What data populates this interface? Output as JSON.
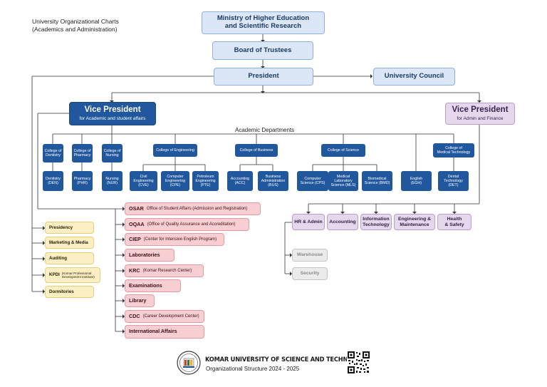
{
  "header": {
    "title_line1": "University Organizational Charts",
    "title_line2": "(Academics and Administration)"
  },
  "top": {
    "ministry_line1": "Ministry of Higher Education",
    "ministry_line2": "and Scientific Research",
    "board": "Board of Trustees",
    "president": "President",
    "council": "University Council"
  },
  "vp_academic": {
    "title": "Vice President",
    "subtitle": "for Academic and student affairs"
  },
  "vp_admin": {
    "title": "Vice President",
    "subtitle": "for Admin and Finance"
  },
  "academic_departments_label": "Academic Departments",
  "colleges": {
    "dentistry": [
      "College of",
      "Dentistry"
    ],
    "pharmacy": [
      "College of",
      "Pharmacy"
    ],
    "nursing": [
      "College of",
      "Nursing"
    ],
    "engineering": "College of Engineering",
    "business": "College of Business",
    "science": "College of Science",
    "medtech": [
      "College of",
      "Medical Technology"
    ]
  },
  "departments": {
    "den": [
      "Dentistry",
      "(DEN)"
    ],
    "phr": [
      "Pharmacy",
      "(PHR)"
    ],
    "nur": [
      "Nursing",
      "(NUR)"
    ],
    "cve": [
      "Civil",
      "Engineering",
      "(CVE)"
    ],
    "cpe": [
      "Computer",
      "Engineering",
      "(CPE)"
    ],
    "pte": [
      "Petroleum",
      "Engineering",
      "(PTE)"
    ],
    "acc": [
      "Accounting",
      "(ACC)"
    ],
    "bus": [
      "Business",
      "Administration",
      "(BUS)"
    ],
    "cps": [
      "Computer",
      "Science (CPS)"
    ],
    "mls": [
      "Medical",
      "Laboratory",
      "Science (MLS)"
    ],
    "bmd": [
      "Biomedical",
      "Science (BMD)"
    ],
    "egh": [
      "English",
      "(EGH)"
    ],
    "det": [
      "Dental",
      "Technology",
      "(DET)"
    ]
  },
  "offices": [
    {
      "code": "OSAR",
      "name": "Office of Student Affairs (Admission and Registration)"
    },
    {
      "code": "OQAA",
      "name": "(Office of Quality Assurance and Accreditation)"
    },
    {
      "code": "CIEP",
      "name": "(Center for Intensive English Program)"
    },
    {
      "code": "Laboratories",
      "name": ""
    },
    {
      "code": "KRC",
      "name": "(Komar Research Center)"
    },
    {
      "code": "Examinations",
      "name": ""
    },
    {
      "code": "Library",
      "name": ""
    },
    {
      "code": "CDC",
      "name": "(Career Development Center)"
    },
    {
      "code": "International Affairs",
      "name": ""
    }
  ],
  "president_units": {
    "presidency": "Presidency",
    "marketing": "Marketing & Media",
    "auditing": "Auditing",
    "kpdi_code": "KPDI",
    "kpdi_name_line1": "(Komar Professional",
    "kpdi_name_line2": "Development Institute)",
    "dormitories": "Dormitories"
  },
  "admin_units": {
    "hr": "HR & Admin",
    "accounting": "Accounting",
    "it_line1": "Information",
    "it_line2": "Technology",
    "eng_line1": "Engineering &",
    "eng_line2": "Maintenance",
    "hs_line1": "Health",
    "hs_line2": "& Safety",
    "warehouse": "Warehouse",
    "security": "Security"
  },
  "footer": {
    "university": "KOMAR UNIVERSITY OF SCIENCE AND TECHNOLOGY",
    "structure": "Organizational Structure 2024 - 2025"
  },
  "colors": {
    "dark_blue": "#21579d",
    "light_blue": "#dbe7f6",
    "purple": "#e5d7ec",
    "pink": "#f7cfd3",
    "yellow": "#fbefc3",
    "grey": "#ebebeb"
  }
}
